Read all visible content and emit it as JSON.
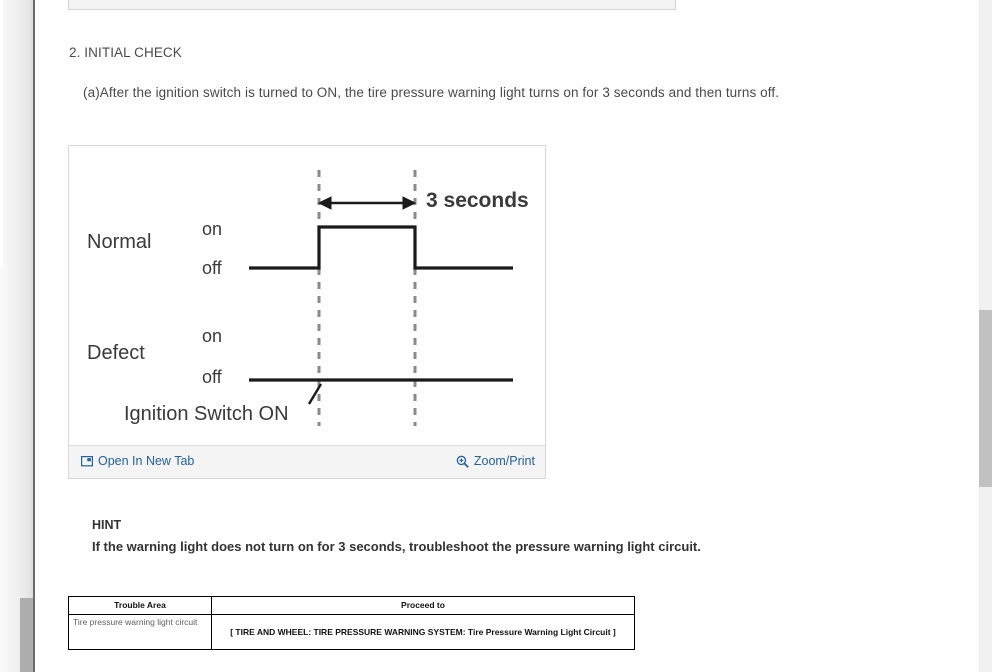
{
  "document": {
    "step_heading": "2. INITIAL CHECK",
    "step_paragraph": "(a)After the ignition switch is turned to ON, the tire pressure warning light turns on for 3 seconds and then turns off.",
    "hint_title": "HINT",
    "hint_text": "If the warning light does not turn on for 3 seconds, troubleshoot the pressure warning light circuit."
  },
  "figure": {
    "toolbar": {
      "open_in_new_tab_label": "Open In New Tab",
      "open_in_new_tab_icon": "new-tab-icon",
      "zoom_print_label": "Zoom/Print",
      "zoom_print_icon": "magnifier-plus-icon",
      "link_color": "#23629c"
    },
    "diagram": {
      "title": "Tire pressure warning light timing chart",
      "rows": [
        {
          "name": "Normal",
          "state_high": "on",
          "state_low": "off",
          "waveform": "pulse"
        },
        {
          "name": "Defect",
          "state_high": "on",
          "state_low": "off",
          "waveform": "flat-off"
        }
      ],
      "duration_label": "3 seconds",
      "event_label": "Ignition Switch ON"
    }
  },
  "table": {
    "headers": [
      "Trouble Area",
      "Proceed to"
    ],
    "rows": [
      {
        "trouble_area": "Tire pressure warning light circuit",
        "proceed_to": "[ TIRE AND WHEEL: TIRE PRESSURE WARNING SYSTEM: Tire Pressure Warning Light Circuit ]"
      }
    ]
  },
  "scrollbars": {
    "right_thumb": "vertical-scrollbar-thumb",
    "left_thumb": "vertical-scrollbar-thumb"
  }
}
